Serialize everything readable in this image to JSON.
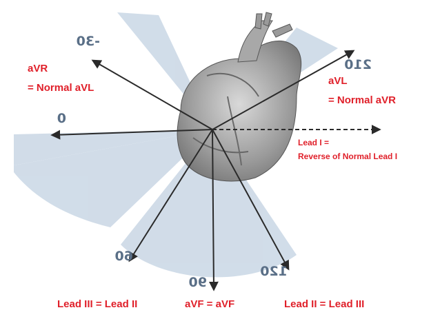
{
  "diagram": {
    "labels": {
      "avr_line1": "aVR",
      "avr_line2": "= Normal aVL",
      "avl_line1": "aVL",
      "avl_line2": "= Normal aVR",
      "lead1_line1": "Lead I =",
      "lead1_line2": "Reverse of Normal Lead I",
      "bottom_left": "Lead III = Lead II",
      "bottom_center": "aVF = aVF",
      "bottom_right": "Lead II = Lead III"
    },
    "angles": {
      "minus30": "-30",
      "deg210": "210",
      "deg0": "0",
      "deg60": "60",
      "deg90": "90",
      "deg120": "120"
    },
    "colors": {
      "label_red": "#e0202a",
      "angle_text": "#5a6f87",
      "sector_fill": "#c9d7e5",
      "axis": "#2a2a2a"
    }
  }
}
